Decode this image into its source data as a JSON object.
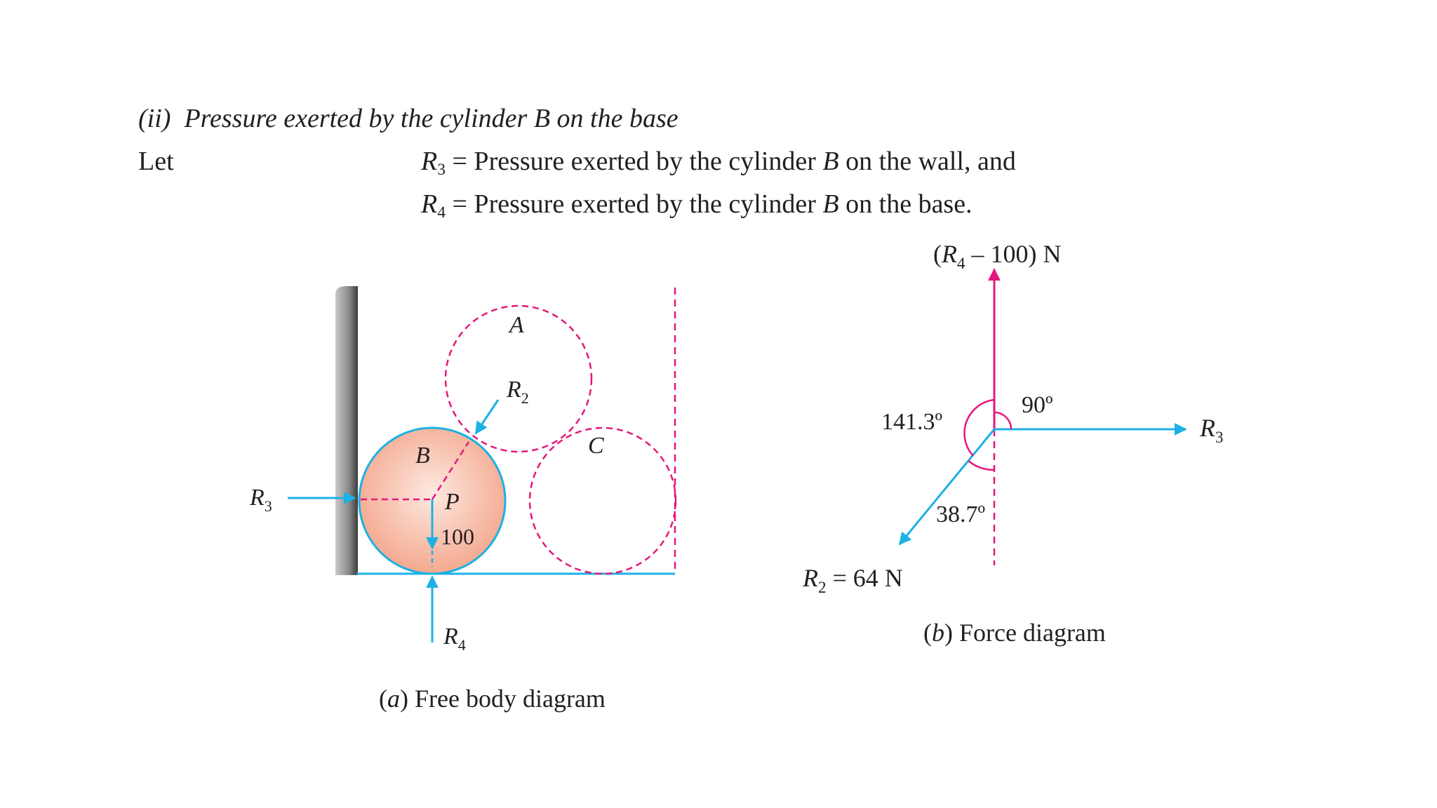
{
  "heading": {
    "number": "(ii)",
    "title": "Pressure exerted by the cylinder B on the base"
  },
  "definitions": {
    "let_word": "Let",
    "r3": {
      "symbol": "R",
      "subscript": "3",
      "text": "= Pressure exerted by the cylinder",
      "body": "B",
      "tail": "on the wall, and"
    },
    "r4": {
      "symbol": "R",
      "subscript": "4",
      "text": "= Pressure exerted by the cylinder",
      "body": "B",
      "tail": "on the base."
    }
  },
  "free_body": {
    "caption_letter": "a",
    "caption_text": "Free body diagram",
    "cylinder_labels": {
      "a": "A",
      "b": "B",
      "c": "C"
    },
    "point_label": "P",
    "weight_label": "100",
    "force_labels": {
      "r2": {
        "symbol": "R",
        "subscript": "2"
      },
      "r3": {
        "symbol": "R",
        "subscript": "3"
      },
      "r4": {
        "symbol": "R",
        "subscript": "4"
      }
    }
  },
  "force_diagram": {
    "caption_letter": "b",
    "caption_text": "Force diagram",
    "up_label": {
      "open": "(",
      "symbol": "R",
      "subscript": "4",
      "rest": " – 100) N"
    },
    "right_label": {
      "symbol": "R",
      "subscript": "3"
    },
    "down_left_label": {
      "symbol": "R",
      "subscript": "2",
      "rest": " = 64 N"
    },
    "angles": {
      "a90": "90º",
      "a141": "141.3º",
      "a38": "38.7º"
    }
  },
  "colors": {
    "cyan": "#1cb1e4",
    "magenta": "#e5177b",
    "ball_fill": "#f4a98f",
    "wall": "#8a8a8a",
    "text": "#231f20"
  }
}
